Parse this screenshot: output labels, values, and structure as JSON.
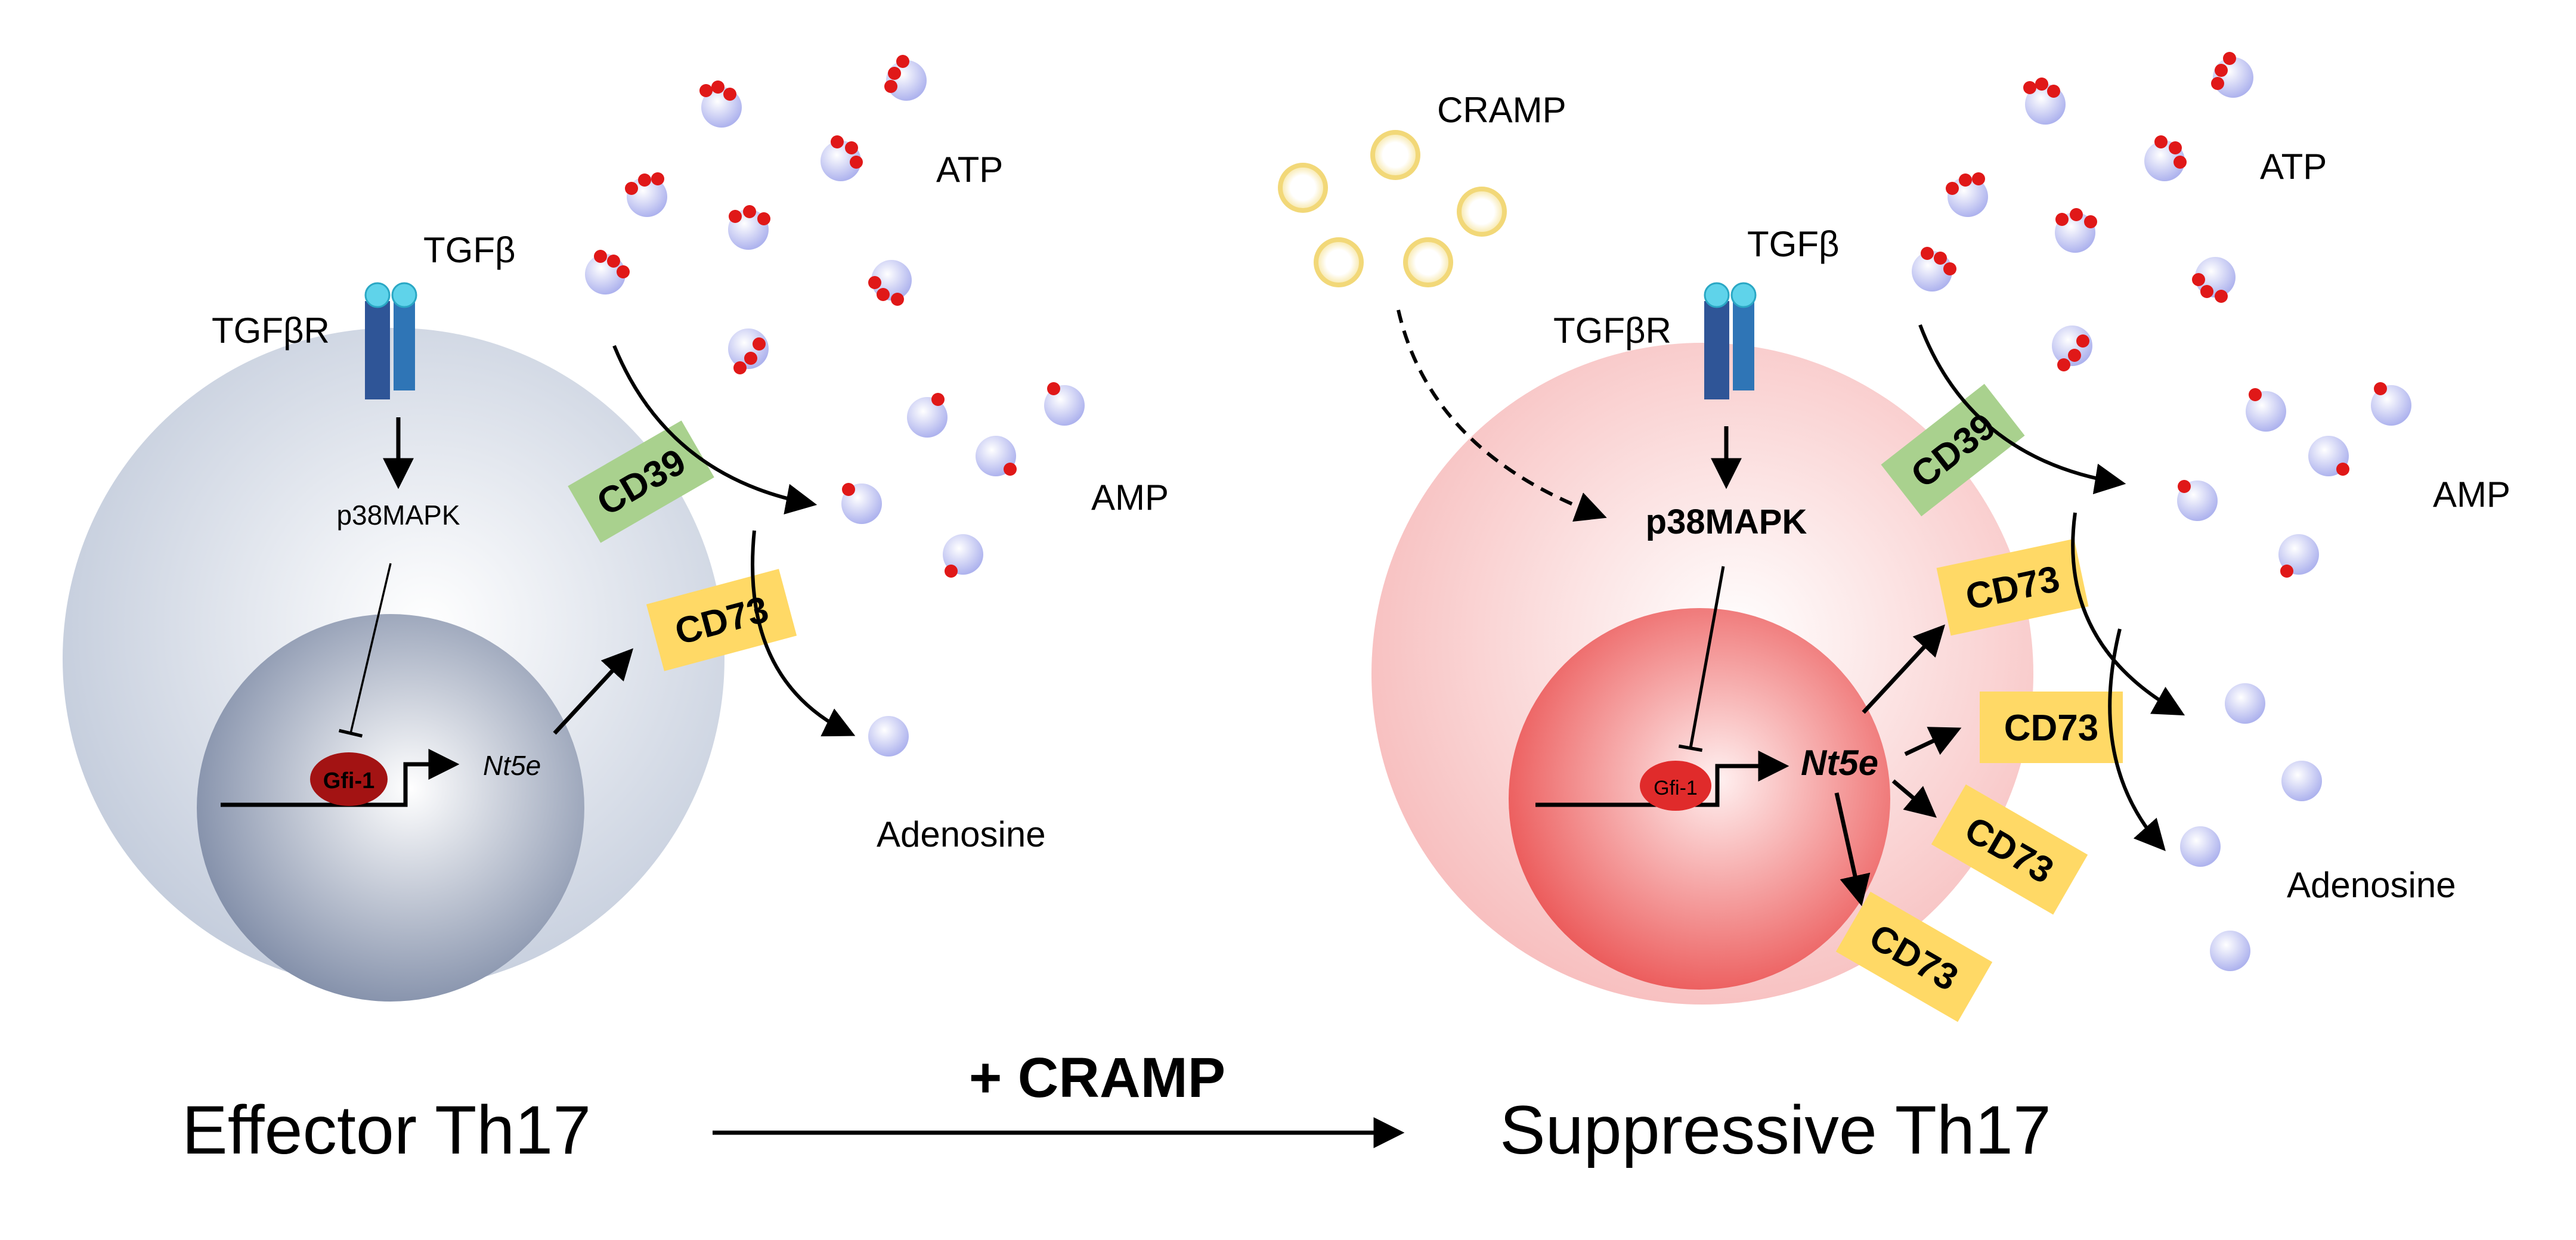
{
  "colors": {
    "effector_cell": "#c9d2df",
    "effector_nucleus": "#8c9ab3",
    "suppressive_cell": "#f9c6c6",
    "suppressive_nucleus": "#ef6a6a",
    "receptor": "#2f5597",
    "receptor_cap": "#5fd3ea",
    "cd39": "#a9d18e",
    "cd73": "#ffd966",
    "gfi1_effector": "#a31313",
    "gfi1_suppressive": "#e02b2b",
    "phosphate": "#e01818",
    "nucleotide": "#c7c9f3",
    "cramp": "#f5df8a"
  },
  "effector": {
    "title": "Effector Th17",
    "tgfb": "TGFβ",
    "receptor": "TGFβR",
    "kinase": "p38MAPK",
    "gfi1": "Gfi-1",
    "gene": "Nt5e",
    "cd39": "CD39",
    "cd73": "CD73",
    "atp": "ATP",
    "amp": "AMP",
    "adenosine": "Adenosine"
  },
  "suppressive": {
    "title": "Suppressive Th17",
    "cramp": "CRAMP",
    "tgfb": "TGFβ",
    "receptor": "TGFβR",
    "kinase": "p38MAPK",
    "gfi1": "Gfi-1",
    "gene": "Nt5e",
    "cd39": "CD39",
    "cd73": [
      "CD73",
      "CD73",
      "CD73",
      "CD73"
    ],
    "atp": "ATP",
    "amp": "AMP",
    "adenosine": "Adenosine"
  },
  "transition": {
    "label": "+ CRAMP"
  }
}
